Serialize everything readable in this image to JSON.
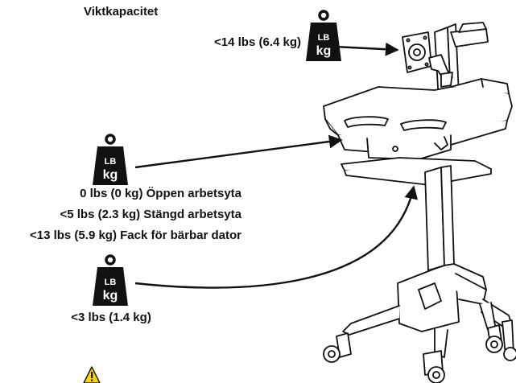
{
  "title": "Viktkapacitet",
  "weight_icon_label": {
    "line1": "LB",
    "line2": "kg"
  },
  "monitor_capacity": "<14 lbs (6.4 kg)",
  "worksurface_capacities": [
    "0 lbs (0 kg) Öppen arbetsyta",
    "<5 lbs (2.3 kg) Stängd arbetsyta",
    "<13 lbs (5.9 kg) Fack för bärbar dator"
  ],
  "keyboard_tray_capacity": "<3 lbs (1.4 kg)",
  "colors": {
    "line": "#111111",
    "warning": "#ffd400",
    "background": "#ffffff"
  },
  "icons": [
    "weight-icon",
    "warning-icon",
    "arrow-icon"
  ]
}
